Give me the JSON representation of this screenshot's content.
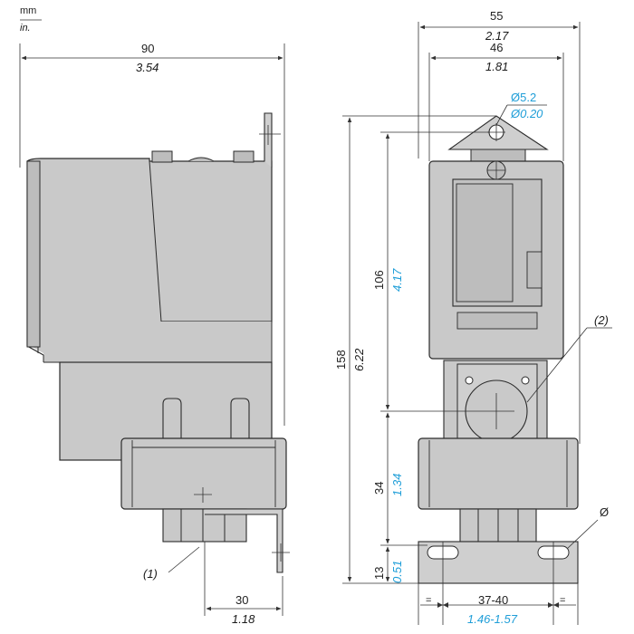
{
  "units": {
    "mm": "mm",
    "in": "in."
  },
  "side_view": {
    "width_mm": "90",
    "width_in": "3.54",
    "bracket_mm": "30",
    "bracket_in": "1.18",
    "callout_1": "(1)"
  },
  "front_view": {
    "width_total_mm": "55",
    "width_total_in": "2.17",
    "width_body_mm": "46",
    "width_body_in": "1.81",
    "hole_dia_mm": "Ø5.2",
    "hole_dia_in": "Ø0.20",
    "height_total_mm": "158",
    "height_total_in": "6.22",
    "height_upper_mm": "106",
    "height_upper_in": "4.17",
    "height_mid_mm": "34",
    "height_mid_in": "1.34",
    "height_low_mm": "13",
    "height_low_in": "0.51",
    "slot_spacing_mm": "37-40",
    "slot_spacing_in": "1.46-1.57",
    "equal_left": "=",
    "equal_right": "=",
    "callout_2": "(2)",
    "slot_dia": "Ø"
  },
  "colors": {
    "body_fill": "#c8c8c8",
    "body_dark": "#b3b3b3",
    "outline": "#2b2b2b",
    "dim_line": "#333333",
    "inch_accent": "#1f9ed8"
  }
}
